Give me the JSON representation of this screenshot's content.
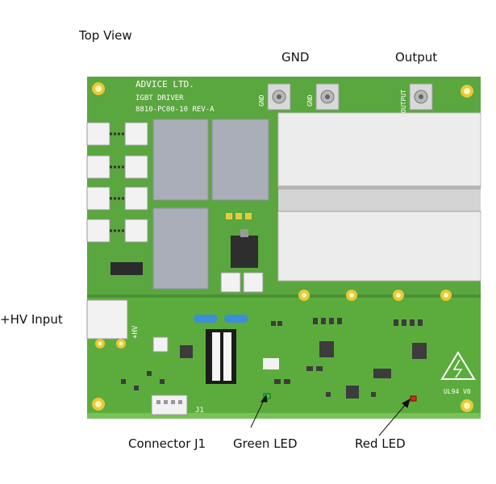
{
  "labels": {
    "top_view": "Top View",
    "gnd": "GND",
    "output": "Output",
    "hv_input": "+HV Input",
    "connector_j1": "Connector J1",
    "green_led": "Green LED",
    "red_led": "Red LED"
  },
  "silkscreen": {
    "company": "ADVICE LTD.",
    "product": "IGBT DRIVER",
    "part_number": "8810-PC00-10 REV-A",
    "gnd_pad_1": "GND",
    "gnd_pad_2": "GND",
    "output_pad": "OUTPUT",
    "hv_marking": "+HV",
    "j1_marking": "J1",
    "ul_marking": "UL94 V0"
  },
  "colors": {
    "pcb": "#5aa63f",
    "pcb_light": "#77c055",
    "heatsink": "#e8e8e8",
    "transformer": "#a9aeb8",
    "pad_gold": "#e8c93a"
  }
}
